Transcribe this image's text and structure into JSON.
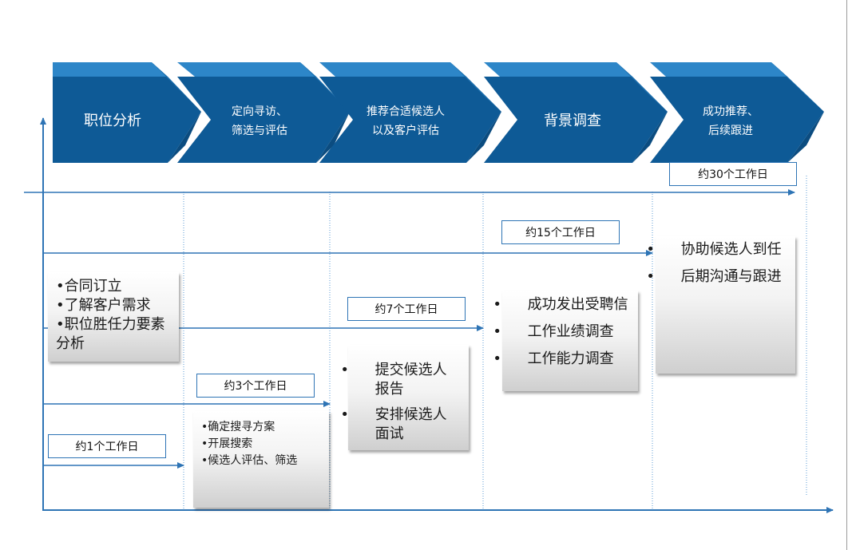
{
  "phases": [
    {
      "line1": "职位分析",
      "line2": ""
    },
    {
      "line1": "定向寻访、",
      "line2": "筛选与评估"
    },
    {
      "line1": "推荐合适候选人",
      "line2": "以及客户评估"
    },
    {
      "line1": "背景调查",
      "line2": ""
    },
    {
      "line1": "成功推荐、",
      "line2": "后续跟进"
    }
  ],
  "durations": {
    "d1": "约1个工作日",
    "d3": "约3个工作日",
    "d7": "约7个工作日",
    "d15": "约15个工作日",
    "d30": "约30个工作日"
  },
  "tasks": {
    "phase1": {
      "bullet": "•",
      "items": [
        "合同订立",
        "了解客户需求",
        "职位胜任力要素分析"
      ]
    },
    "phase2": {
      "bullet": "•",
      "items": [
        "确定搜寻方案",
        "开展搜索",
        "候选人评估、筛选"
      ]
    },
    "phase3": {
      "bullet": "•",
      "items": [
        "提交候选人报告",
        "安排候选人面试"
      ]
    },
    "phase4": {
      "bullet": "•",
      "items": [
        "成功发出受聘信",
        "工作业绩调查",
        "工作能力调查"
      ]
    },
    "phase5": {
      "bullet": "•",
      "items": [
        "协助候选人到任",
        "后期沟通与跟进"
      ]
    }
  },
  "colors": {
    "chevron_face": "#0e5a96",
    "chevron_side": "#1a6eae",
    "chevron_bevel": "#2d86c8",
    "arrow": "#2e74b5",
    "gridline": "#5b9bd5"
  }
}
